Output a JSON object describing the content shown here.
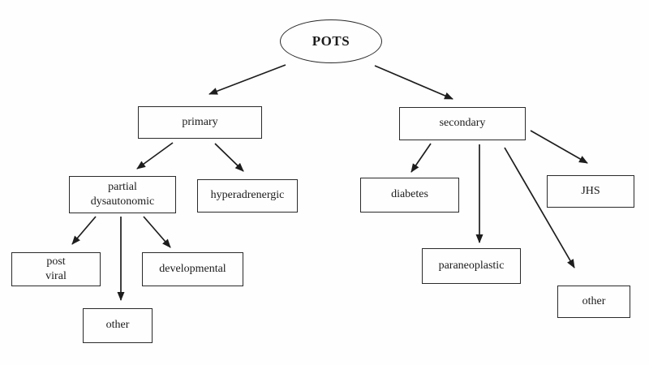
{
  "diagram": {
    "nodes": [
      {
        "id": "pots",
        "label": "POTS",
        "shape": "ellipse"
      },
      {
        "id": "primary",
        "label": "primary",
        "shape": "rect"
      },
      {
        "id": "secondary",
        "label": "secondary",
        "shape": "rect"
      },
      {
        "id": "partial-dysautonomic",
        "label": "partial\ndysautonomic",
        "shape": "rect"
      },
      {
        "id": "hyperadrenergic",
        "label": "hyperadrenergic",
        "shape": "rect"
      },
      {
        "id": "post-viral",
        "label": "post\nviral",
        "shape": "rect"
      },
      {
        "id": "developmental",
        "label": "developmental",
        "shape": "rect"
      },
      {
        "id": "other-primary",
        "label": "other",
        "shape": "rect"
      },
      {
        "id": "diabetes",
        "label": "diabetes",
        "shape": "rect"
      },
      {
        "id": "paraneoplastic",
        "label": "paraneoplastic",
        "shape": "rect"
      },
      {
        "id": "jhs",
        "label": "JHS",
        "shape": "rect"
      },
      {
        "id": "other-secondary",
        "label": "other",
        "shape": "rect"
      }
    ],
    "edges": [
      {
        "from": "POTS",
        "to": "primary"
      },
      {
        "from": "POTS",
        "to": "secondary"
      },
      {
        "from": "primary",
        "to": "partial dysautonomic"
      },
      {
        "from": "primary",
        "to": "hyperadrenergic"
      },
      {
        "from": "partial dysautonomic",
        "to": "post viral"
      },
      {
        "from": "partial dysautonomic",
        "to": "other"
      },
      {
        "from": "partial dysautonomic",
        "to": "developmental"
      },
      {
        "from": "secondary",
        "to": "diabetes"
      },
      {
        "from": "secondary",
        "to": "paraneoplastic"
      },
      {
        "from": "secondary",
        "to": "JHS"
      },
      {
        "from": "secondary",
        "to": "other"
      }
    ],
    "colors": {
      "line": "#1d1d1d",
      "text": "#1b1b1b",
      "border": "#2a2a2a",
      "background": "#fefefe"
    }
  }
}
